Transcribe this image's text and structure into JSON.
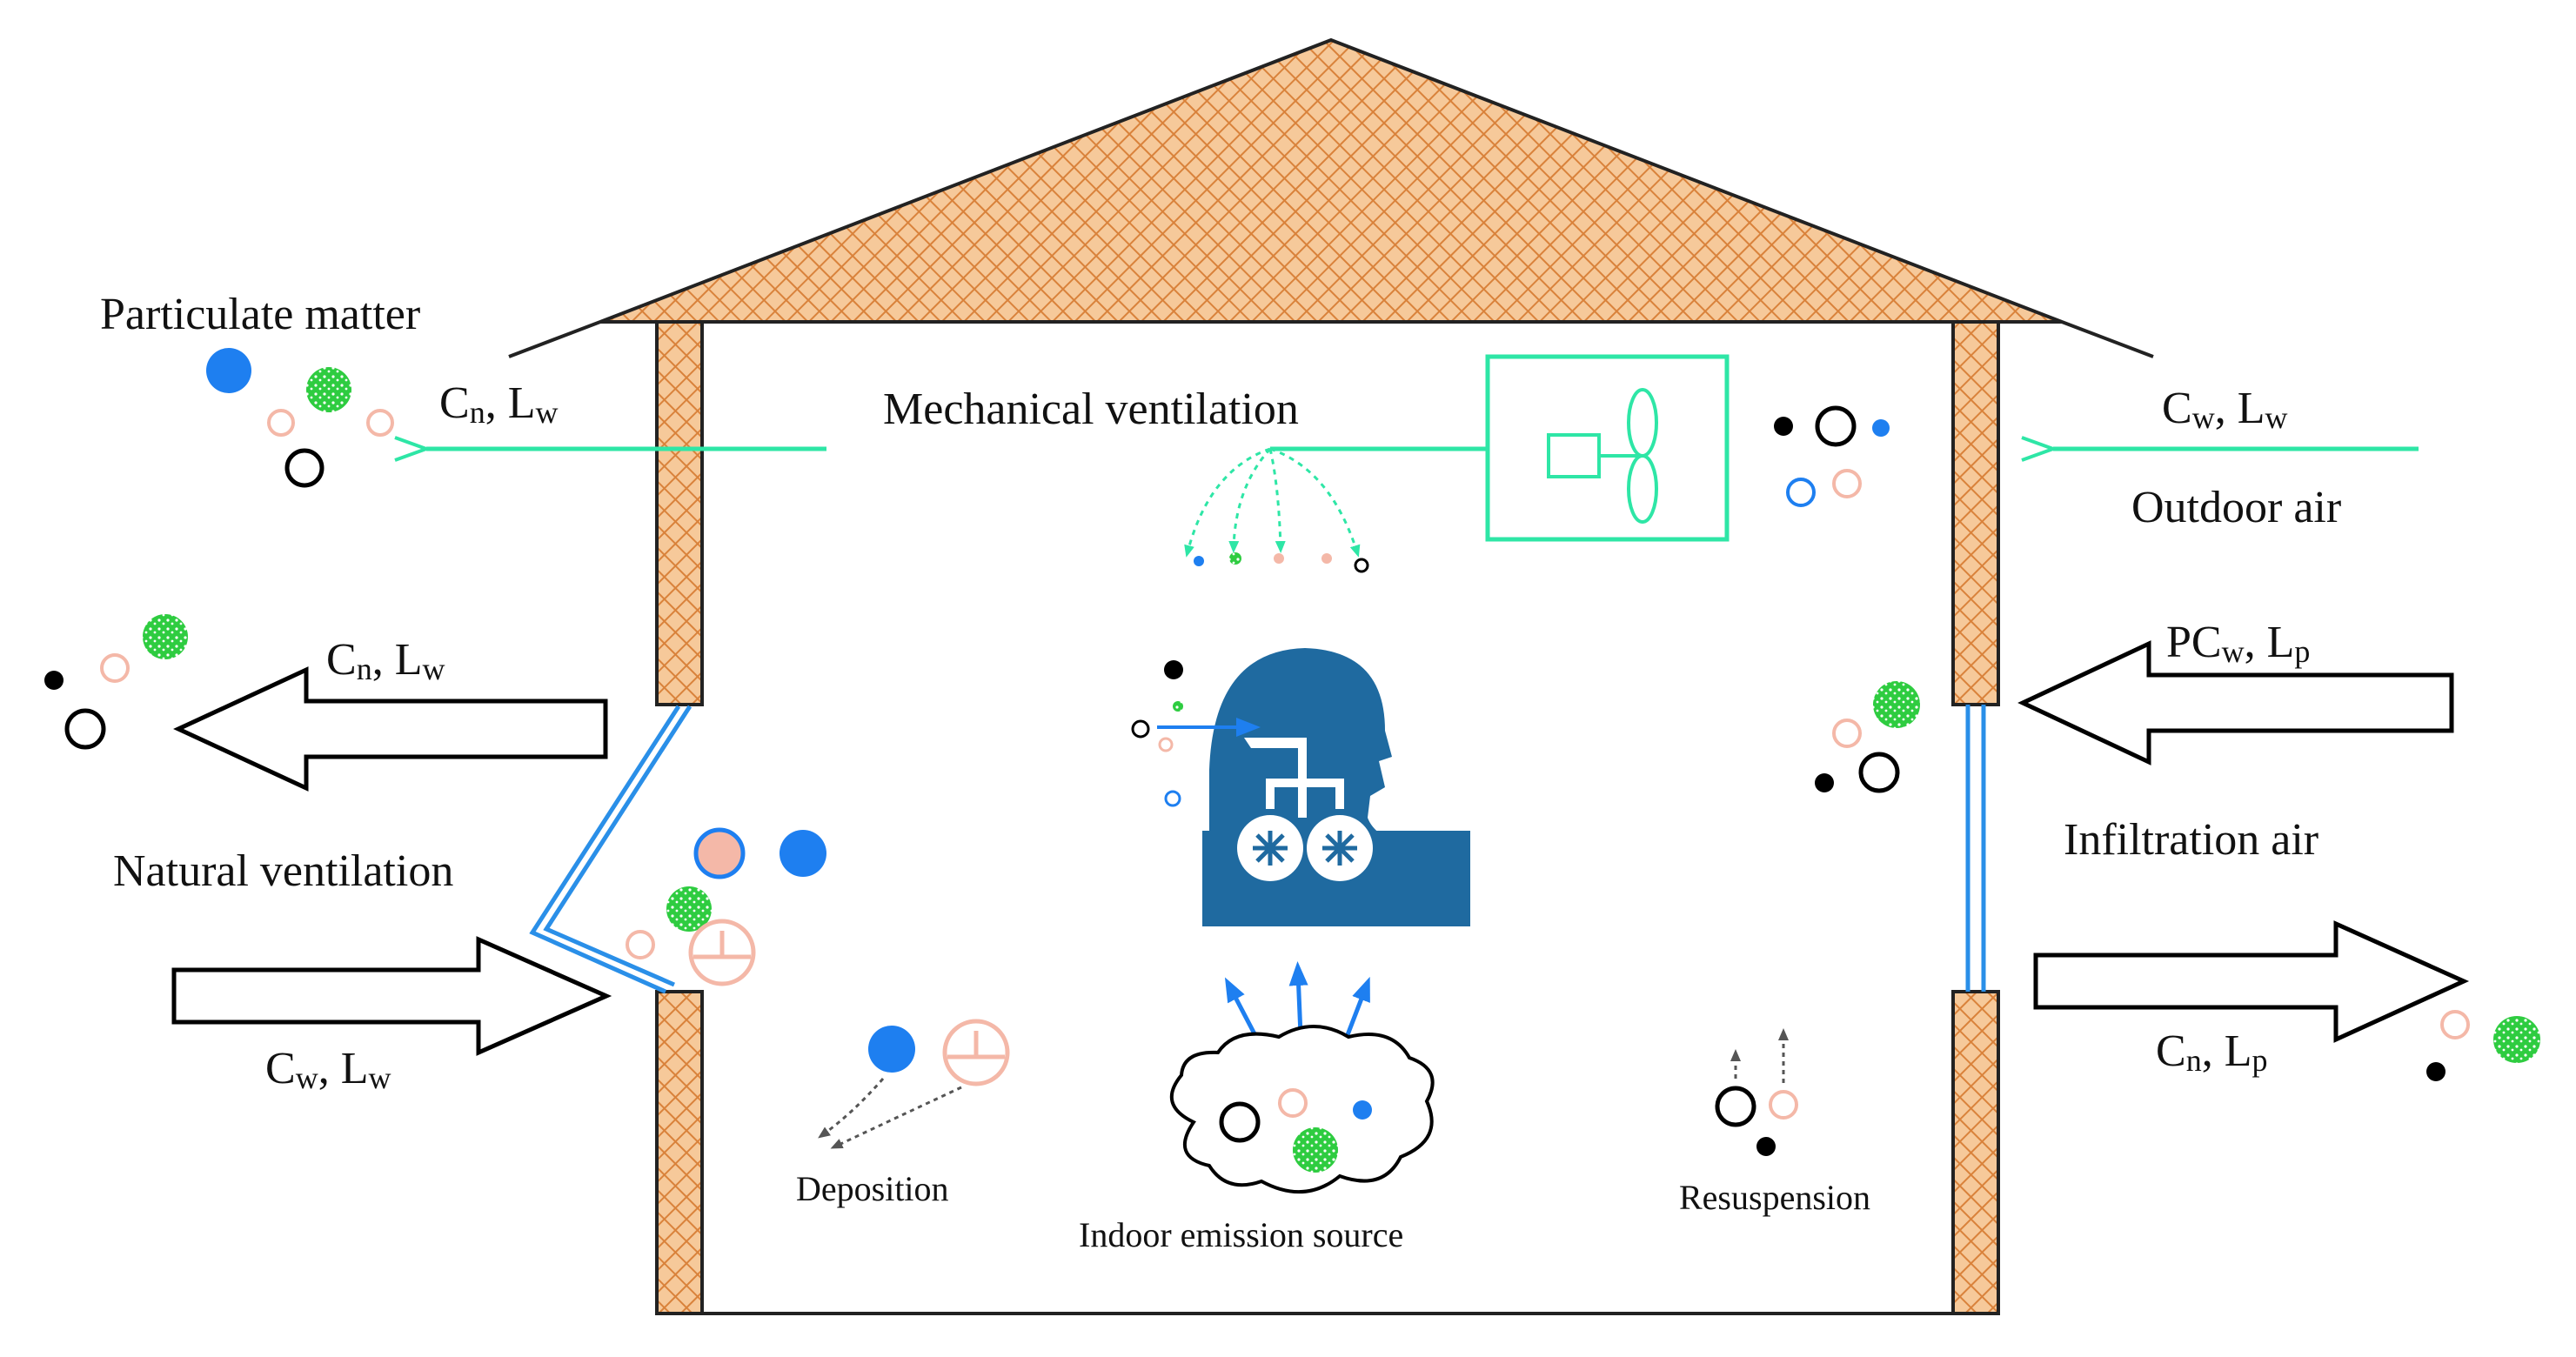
{
  "labels": {
    "particulate_matter": "Particulate matter",
    "mechanical_ventilation": "Mechanical ventilation",
    "outdoor_air": "Outdoor air",
    "natural_ventilation": "Natural ventilation",
    "infiltration_air": "Infiltration air",
    "deposition": "Deposition",
    "indoor_emission_source": "Indoor emission source",
    "resuspension": "Resuspension"
  },
  "formulas": {
    "mech_out": {
      "c": "C",
      "c_sub": "n",
      "sep": ", L",
      "l_sub": "w"
    },
    "mech_in": {
      "c": "C",
      "c_sub": "w",
      "sep": ", L",
      "l_sub": "w"
    },
    "nat_out": {
      "c": "C",
      "c_sub": "n",
      "sep": ", L",
      "l_sub": "w"
    },
    "nat_in": {
      "c": "C",
      "c_sub": "w",
      "sep": ", L",
      "l_sub": "w"
    },
    "inf_in": {
      "c": "PC",
      "c_sub": "w",
      "sep": ", L",
      "l_sub": "p"
    },
    "inf_out": {
      "c": "C",
      "c_sub": "n",
      "sep": ", L",
      "l_sub": "p"
    }
  },
  "colors": {
    "wall": "#f6c99a",
    "wall_hatch": "#d9823b",
    "mech_line": "#2ee6a6",
    "window": "#2a8fe8",
    "person": "#1f6aa0",
    "blue_particle": "#1e7ff0",
    "pink_particle": "#f4b8a8",
    "green_particle": "#2ecc40",
    "black_particle": "#000000"
  },
  "icons": {
    "fan": "fan-icon",
    "human_lungs": "human-lungs-icon",
    "emission_cloud": "cloud-icon"
  }
}
